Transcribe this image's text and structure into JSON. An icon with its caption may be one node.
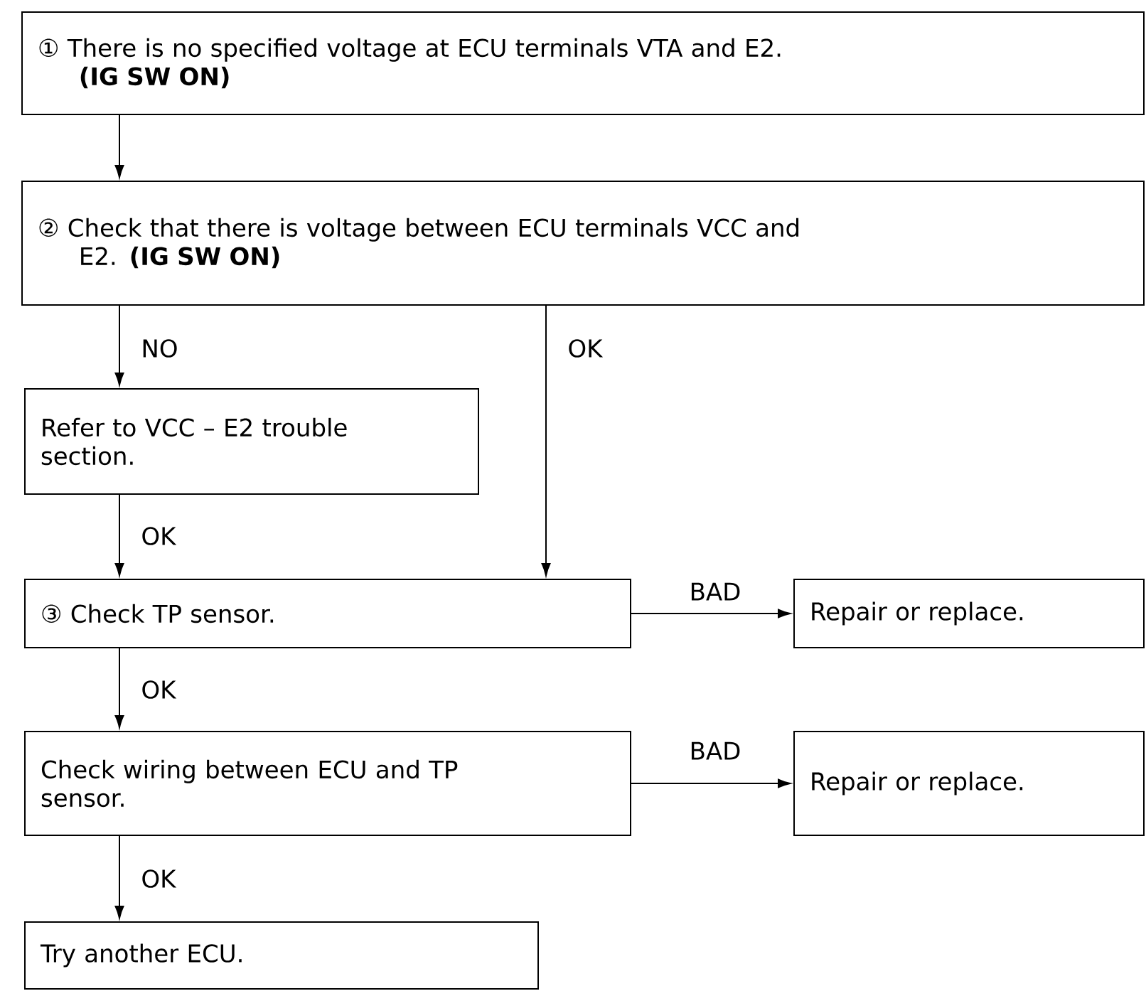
{
  "diagram": {
    "nodes": [
      {
        "text": [
          "① There is no specified voltage at ECU terminals VTA and E2. **(IG SW ON)**"
        ]
      },
      {
        "text": [
          "② Check that there is voltage between ECU terminals VCC and E2. **(IG SW ON)**"
        ]
      },
      {
        "text": [
          "Refer to VCC – E2 trouble section."
        ]
      },
      {
        "text": [
          "③ Check TP sensor."
        ]
      },
      {
        "text": [
          "Repair or replace."
        ]
      },
      {
        "text": [
          "Check wiring between ECU and TP sensor."
        ]
      },
      {
        "text": [
          "Repair or replace."
        ]
      },
      {
        "text": [
          "Try another ECU."
        ]
      }
    ],
    "edges": [
      {
        "from": 0,
        "to": 1,
        "arrow": "to"
      },
      {
        "from": 1,
        "to": 2,
        "arrow": "to",
        "label": "NO"
      },
      {
        "from": 1,
        "to": 3,
        "arrow": "to",
        "label": "OK"
      },
      {
        "from": 2,
        "to": 3,
        "arrow": "to",
        "label": "OK"
      },
      {
        "from": 3,
        "to": 4,
        "arrow": "to",
        "label": "BAD"
      },
      {
        "from": 3,
        "to": 5,
        "arrow": "to",
        "label": "OK"
      },
      {
        "from": 5,
        "to": 6,
        "arrow": "to",
        "label": "BAD"
      },
      {
        "from": 5,
        "to": 7,
        "arrow": "to",
        "label": "OK"
      }
    ]
  }
}
